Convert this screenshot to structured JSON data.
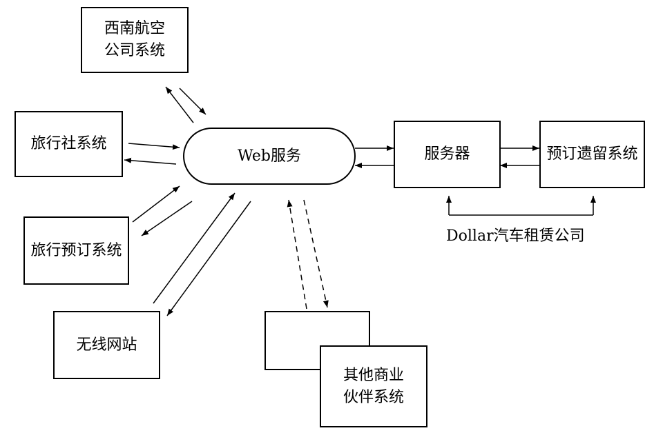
{
  "nodes": {
    "southwest": "西南航空\n公司系统",
    "travel_agency": "旅行社系统",
    "web_service": "Web服务",
    "server": "服务器",
    "reservation_legacy": "预订遗留系统",
    "travel_booking": "旅行预订系统",
    "wireless": "无线网站",
    "other_partners_back": "",
    "other_partners": "其他商业\n伙伴系统"
  },
  "labels": {
    "dollar": "Dollar汽车租赁公司"
  }
}
